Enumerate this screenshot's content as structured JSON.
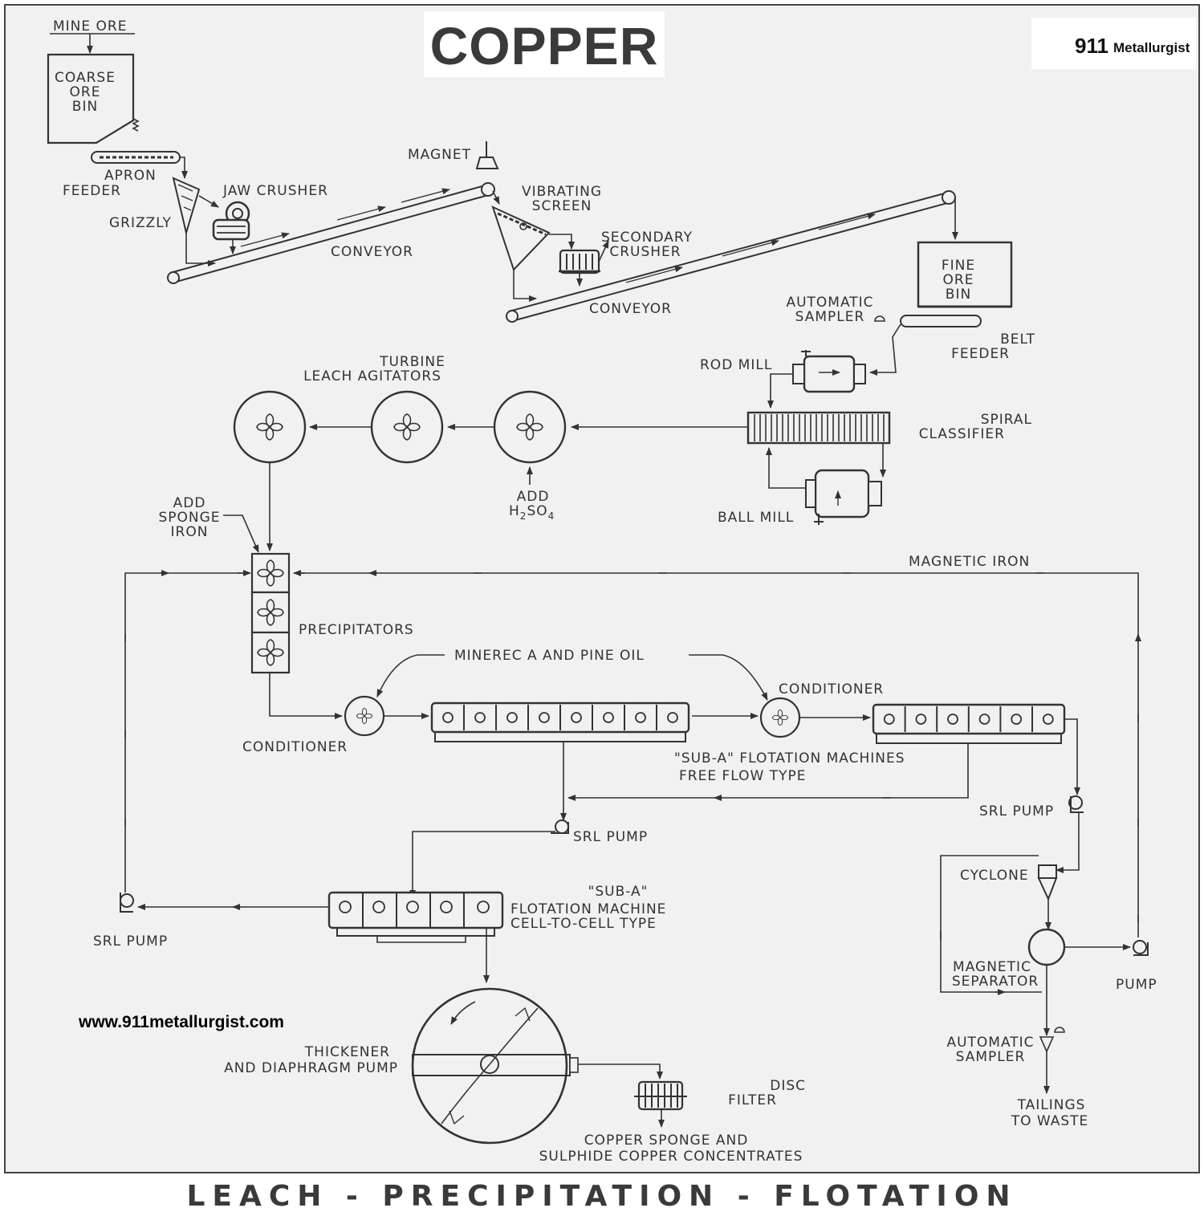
{
  "title": "COPPER",
  "logo": {
    "number": "911",
    "word": "Metallurgist",
    "icon": "globe-icon"
  },
  "website": "www.911metallurgist.com",
  "footer": "LEACH - PRECIPITATION - FLOTATION",
  "labels": {
    "mine_ore": "MINE ORE",
    "coarse_ore_bin": [
      "COARSE",
      "ORE",
      "BIN"
    ],
    "apron_feeder": [
      "APRON",
      "FEEDER"
    ],
    "grizzly": "GRIZZLY",
    "jaw_crusher": "JAW CRUSHER",
    "conveyor_1": "CONVEYOR",
    "magnet": "MAGNET",
    "vibrating_screen": [
      "VIBRATING",
      "SCREEN"
    ],
    "secondary_crusher": [
      "SECONDARY",
      "CRUSHER"
    ],
    "conveyor_2": "CONVEYOR",
    "fine_ore_bin": [
      "FINE",
      "ORE",
      "BIN"
    ],
    "automatic_sampler_1": [
      "AUTOMATIC",
      "SAMPLER"
    ],
    "belt_feeder": [
      "BELT",
      "FEEDER"
    ],
    "rod_mill": "ROD MILL",
    "spiral_classifier": [
      "SPIRAL",
      "CLASSIFIER"
    ],
    "ball_mill": "BALL MILL",
    "turbine_leach_agitators": [
      "TURBINE",
      "LEACH AGITATORS"
    ],
    "add_h2so4": "ADD",
    "h2so4": {
      "h": "H",
      "sub2": "2",
      "so": "SO",
      "sub4": "4"
    },
    "add_sponge_iron": [
      "ADD",
      "SPONGE",
      "IRON"
    ],
    "precipitators": "PRECIPITATORS",
    "magnetic_iron": "MAGNETIC IRON",
    "minerec": "MINEREC A AND PINE OIL",
    "conditioner_1": "CONDITIONER",
    "conditioner_2": "CONDITIONER",
    "sub_a_free_flow": [
      "\"SUB-A\" FLOTATION MACHINES",
      "FREE FLOW TYPE"
    ],
    "srl_pump_1": "SRL PUMP",
    "srl_pump_2": "SRL PUMP",
    "srl_pump_3": "SRL PUMP",
    "sub_a_cell": [
      "\"SUB-A\"",
      "FLOTATION MACHINE",
      "CELL-TO-CELL TYPE"
    ],
    "cyclone": "CYCLONE",
    "magnetic_separator": [
      "MAGNETIC",
      "SEPARATOR"
    ],
    "pump": "PUMP",
    "automatic_sampler_2": [
      "AUTOMATIC",
      "SAMPLER"
    ],
    "tailings": [
      "TAILINGS",
      "TO WASTE"
    ],
    "thickener": [
      "THICKENER",
      "AND DIAPHRAGM PUMP"
    ],
    "disc_filter": [
      "DISC",
      "FILTER"
    ],
    "concentrates": [
      "COPPER SPONGE AND",
      "SULPHIDE COPPER CONCENTRATES"
    ]
  }
}
